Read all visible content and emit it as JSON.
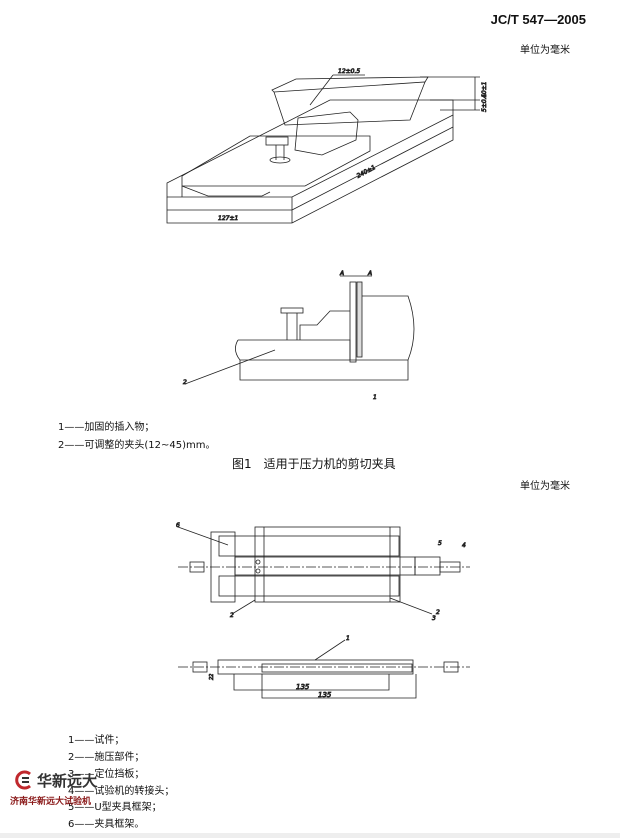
{
  "header": {
    "standard_code": "JC/T 547—2005",
    "unit_note": "单位为毫米"
  },
  "figure1": {
    "dimensions": {
      "width_top": "12±0.5",
      "length": "240±1",
      "width": "127±1",
      "height1": "40±1",
      "height2": "5±0.1"
    },
    "section_labels": {
      "a": "A",
      "b": "A",
      "item1": "1",
      "item2": "2"
    },
    "legend": [
      "1——加固的插入物；",
      "2——可调整的夹头(12~45)mm。"
    ],
    "caption": "图1　适用于压力机的剪切夹具"
  },
  "figure2": {
    "unit_note": "单位为毫米",
    "callouts": [
      "6",
      "5",
      "4",
      "2",
      "3",
      "2",
      "1"
    ],
    "dimensions": {
      "d1": "135",
      "d2": "135",
      "d3": "22"
    },
    "legend": [
      "1——试件；",
      "2——施压部件；",
      "3——定位挡板；",
      "4——试验机的转接头；",
      "5——U型夹具框架；",
      "6——夹具框架。"
    ]
  },
  "watermark": {
    "brand": "华新远大",
    "company": "济南华新远大试验机"
  }
}
